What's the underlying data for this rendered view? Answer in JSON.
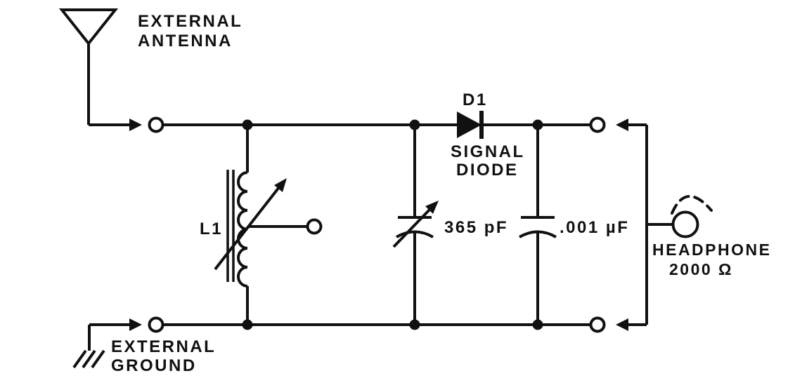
{
  "diagram": {
    "type": "schematic",
    "description": "Crystal radio receiver circuit",
    "colors": {
      "ink": "#111111",
      "background": "#ffffff"
    },
    "labels": {
      "antenna_line1": "EXTERNAL",
      "antenna_line2": "ANTENNA",
      "ground_line1": "EXTERNAL",
      "ground_line2": "GROUND",
      "coil_ref": "L1",
      "diode_ref": "D1",
      "diode_line1": "SIGNAL",
      "diode_line2": "DIODE",
      "tuning_capacitor_value": "365 pF",
      "bypass_capacitor_value": ".001 µF",
      "headphone_line1": "HEADPHONE",
      "headphone_line2": "2000 Ω"
    }
  }
}
